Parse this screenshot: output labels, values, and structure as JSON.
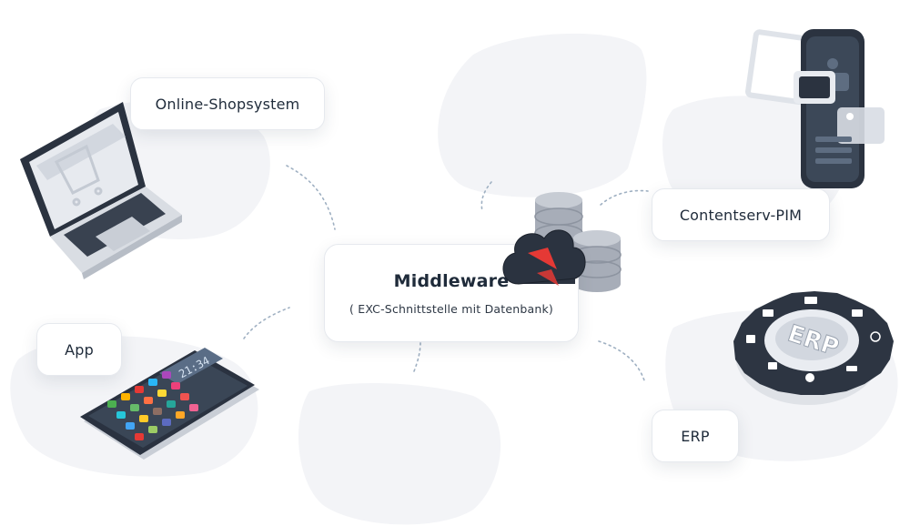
{
  "nodes": {
    "shop": "Online-Shopsystem",
    "pim": "Contentserv-PIM",
    "app": "App",
    "erp": "ERP",
    "middleware_title": "Middleware",
    "middleware_subtitle": "( EXC-Schnittstelle mit Datenbank)"
  },
  "phone_clock": "21:34",
  "colors": {
    "text": "#1f2b3a",
    "blob": "#f3f4f7",
    "connector": "#9fb0c2",
    "accent_red": "#e53935",
    "database": "#a7adb8"
  },
  "icons": [
    "laptop-cart-icon",
    "tablet-pim-icon",
    "smartphone-apps-icon",
    "erp-gear-icon",
    "database-icon",
    "cloud-logo-icon"
  ]
}
